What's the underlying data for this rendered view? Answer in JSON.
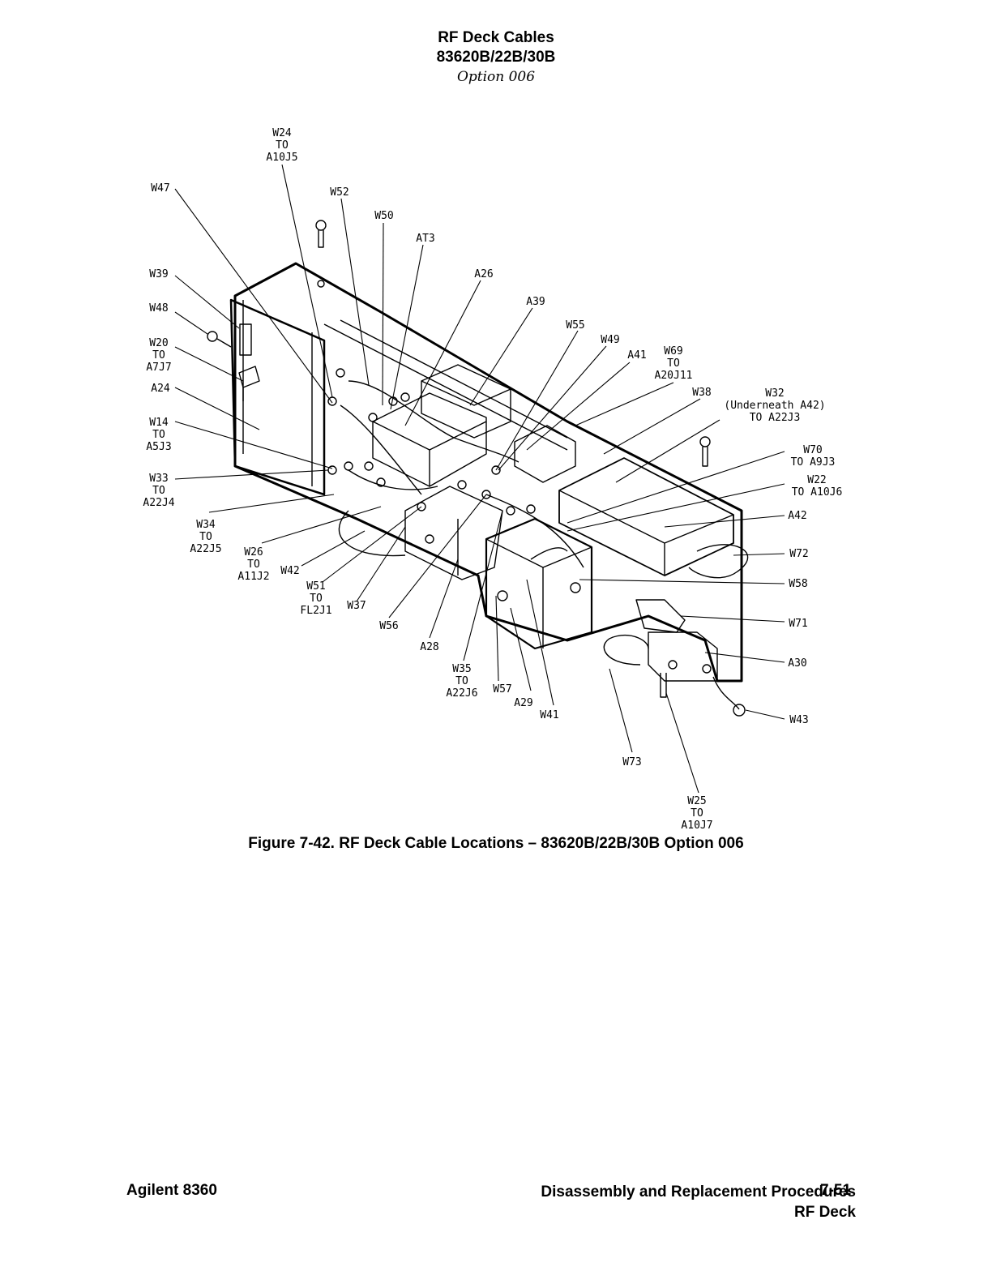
{
  "header": {
    "title": "RF Deck Cables",
    "models": "83620B/22B/30B",
    "option": "Option 006"
  },
  "figure": {
    "labels": [
      [
        "W24",
        "TO",
        "A10J5"
      ],
      [
        "W47"
      ],
      [
        "W52"
      ],
      [
        "W50"
      ],
      [
        "AT3"
      ],
      [
        "A26"
      ],
      [
        "W39"
      ],
      [
        "A39"
      ],
      [
        "W48"
      ],
      [
        "W55"
      ],
      [
        "W49"
      ],
      [
        "W20",
        "TO",
        "A7J7"
      ],
      [
        "A41"
      ],
      [
        "W69",
        "TO",
        "A20J11"
      ],
      [
        "A24"
      ],
      [
        "W38"
      ],
      [
        "W32",
        "(Underneath A42)",
        "TO A22J3"
      ],
      [
        "W14",
        "TO",
        "A5J3"
      ],
      [
        "W70",
        "TO A9J3"
      ],
      [
        "W33",
        "TO",
        "A22J4"
      ],
      [
        "W22",
        "TO A10J6"
      ],
      [
        "W34",
        "TO",
        "A22J5"
      ],
      [
        "A42"
      ],
      [
        "W26",
        "TO",
        "A11J2"
      ],
      [
        "W42"
      ],
      [
        "W72"
      ],
      [
        "W51",
        "TO",
        "FL2J1"
      ],
      [
        "W37"
      ],
      [
        "W58"
      ],
      [
        "W56"
      ],
      [
        "W71"
      ],
      [
        "A28"
      ],
      [
        "W35",
        "TO",
        "A22J6"
      ],
      [
        "W57"
      ],
      [
        "A29"
      ],
      [
        "A30"
      ],
      [
        "W41"
      ],
      [
        "W43"
      ],
      [
        "W73"
      ],
      [
        "W25",
        "TO",
        "A10J7"
      ]
    ]
  },
  "caption": "Figure 7-42. RF Deck Cable Locations – 83620B/22B/30B Option 006",
  "footer": {
    "left": "Agilent 8360",
    "right_line1": "Disassembly and Replacement Procedures",
    "right_line2": "RF Deck",
    "page": "7-51"
  }
}
